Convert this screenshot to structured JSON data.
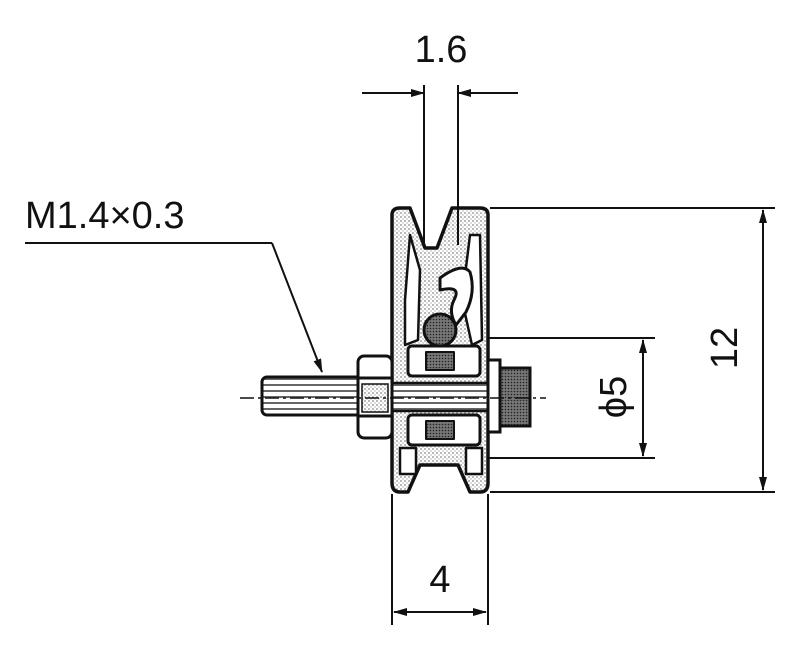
{
  "thread_label": "M1.4×0.3",
  "dimensions": {
    "groove_width": "1.6",
    "overall_diameter": "12",
    "bore_diameter": "ϕ5",
    "wheel_width": "4"
  },
  "colors": {
    "line": "#111111",
    "fill": "#ffffff",
    "hatch": "#cfcfcf"
  }
}
